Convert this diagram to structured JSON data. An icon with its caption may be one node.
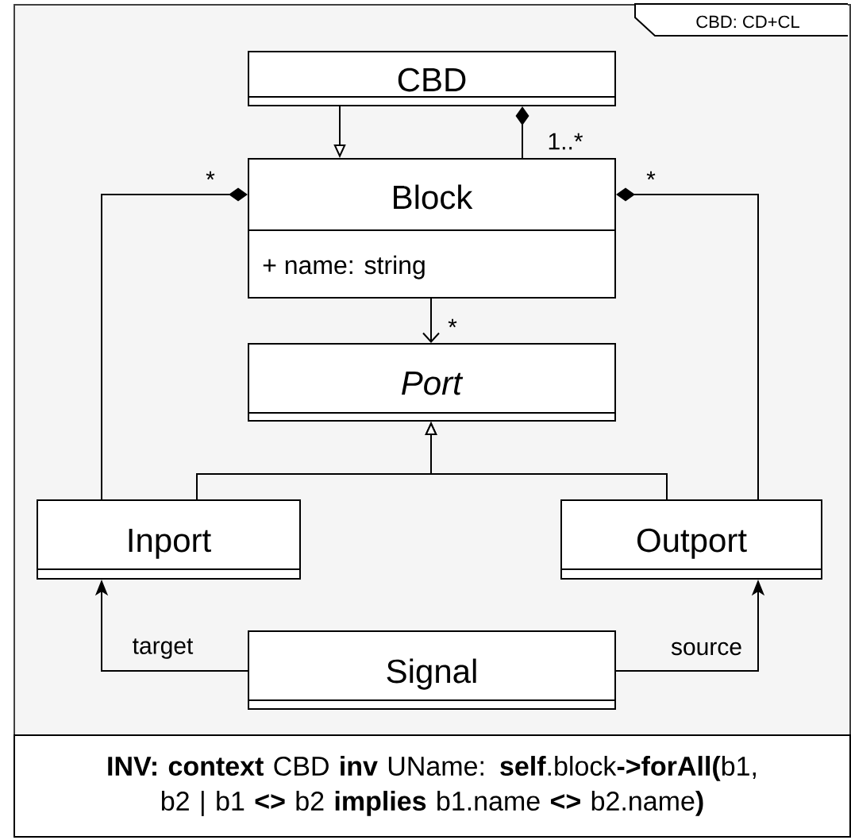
{
  "diagram": {
    "nodes": [
      {
        "text": [
          "CBD: CD+CL"
        ]
      },
      {
        "text": [
          "CBD"
        ],
        "in": 0
      },
      {
        "text": [
          "Block",
          "+ name: string"
        ],
        "in": 0
      },
      {
        "text": [
          "*Port*"
        ],
        "in": 0
      },
      {
        "text": [
          "Inport"
        ],
        "in": 0
      },
      {
        "text": [
          "Outport"
        ],
        "in": 0
      },
      {
        "text": [
          "Signal"
        ],
        "in": 0
      },
      {
        "text": [
          "**INV:** **context** CBD **inv** UName: **self**.block**->forAll(**b1, b2 | b1 **<>** b2 **implies** b1.name **<>** b2.name**)**"
        ]
      }
    ],
    "edges": [
      {
        "from": 1,
        "to": 2,
        "arrow": "to"
      },
      {
        "from": 1,
        "to": 2,
        "arrow": "other",
        "label": "1..*"
      },
      {
        "from": 2,
        "to": 4,
        "arrow": "other",
        "label": "*"
      },
      {
        "from": 2,
        "to": 5,
        "arrow": "other",
        "label": "*"
      },
      {
        "from": 2,
        "to": 3,
        "arrow": "to",
        "label": "*"
      },
      {
        "from": 4,
        "to": 3,
        "arrow": "to"
      },
      {
        "from": 5,
        "to": 3,
        "arrow": "to"
      },
      {
        "from": 6,
        "to": 4,
        "arrow": "to",
        "label": "target"
      },
      {
        "from": 6,
        "to": 5,
        "arrow": "to",
        "label": "source"
      }
    ]
  }
}
